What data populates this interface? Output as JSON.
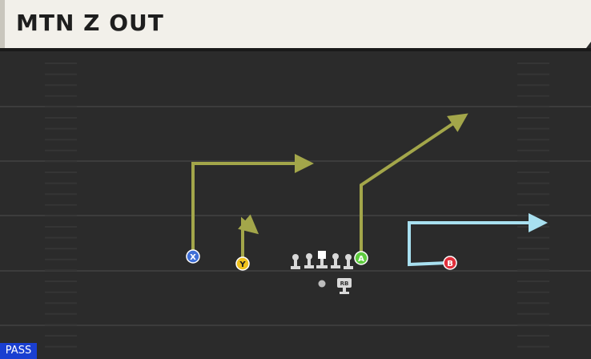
{
  "play": {
    "title": "MTN Z OUT",
    "type_badge": "PASS"
  },
  "players": {
    "x": "X",
    "y": "Y",
    "a": "A",
    "b": "B",
    "rb": "RB"
  },
  "colors": {
    "route": "#a3a64a",
    "out_route": "#a8e0f0",
    "x_receiver": "#3f6fd6",
    "y_receiver": "#f0c21e",
    "a_receiver": "#5fcc3f",
    "b_receiver": "#e0303b",
    "field": "#2b2b2b",
    "badge": "#1a3fd1"
  }
}
